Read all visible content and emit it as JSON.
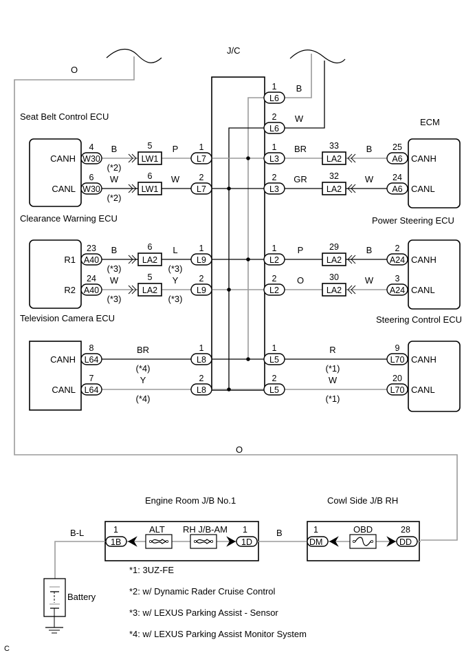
{
  "diagram": {
    "junction_connector": "J/C",
    "top_wire_color": "O",
    "bottom_wire_color": "O",
    "corner_mark": "C",
    "ecus": {
      "seat_belt": "Seat Belt Control ECU",
      "clearance": "Clearance Warning ECU",
      "tv_camera": "Television Camera ECU",
      "ecm": "ECM",
      "power_steering": "Power Steering ECU",
      "steering_control": "Steering Control ECU"
    },
    "left_rows": [
      {
        "signal": "CANH",
        "ecu_pin": "4",
        "ecu_conn": "W30",
        "wire1": "B",
        "note1": "(*2)",
        "mid_pin": "5",
        "mid_conn": "LW1",
        "wire2": "P",
        "note2": "",
        "jc_pin": "1",
        "jc_conn": "L7"
      },
      {
        "signal": "CANL",
        "ecu_pin": "6",
        "ecu_conn": "W30",
        "wire1": "W",
        "note1": "(*2)",
        "mid_pin": "6",
        "mid_conn": "LW1",
        "wire2": "W",
        "note2": "",
        "jc_pin": "2",
        "jc_conn": "L7"
      },
      {
        "signal": "R1",
        "ecu_pin": "23",
        "ecu_conn": "A40",
        "wire1": "B",
        "note1": "(*3)",
        "mid_pin": "6",
        "mid_conn": "LA2",
        "wire2": "L",
        "note2": "(*3)",
        "jc_pin": "1",
        "jc_conn": "L9"
      },
      {
        "signal": "R2",
        "ecu_pin": "24",
        "ecu_conn": "A40",
        "wire1": "W",
        "note1": "(*3)",
        "mid_pin": "5",
        "mid_conn": "LA2",
        "wire2": "Y",
        "note2": "(*3)",
        "jc_pin": "2",
        "jc_conn": "L9"
      },
      {
        "signal": "CANH",
        "ecu_pin": "8",
        "ecu_conn": "L64",
        "wire1": "BR",
        "note1": "(*4)",
        "jc_pin": "1",
        "jc_conn": "L8"
      },
      {
        "signal": "CANL",
        "ecu_pin": "7",
        "ecu_conn": "L64",
        "wire1": "Y",
        "note1": "(*4)",
        "jc_pin": "2",
        "jc_conn": "L8"
      }
    ],
    "right_top": [
      {
        "jc_pin": "1",
        "jc_conn": "L6",
        "wire": "B"
      },
      {
        "jc_pin": "2",
        "jc_conn": "L6",
        "wire": "W"
      }
    ],
    "right_rows": [
      {
        "jc_pin": "1",
        "jc_conn": "L3",
        "wire1": "BR",
        "mid_pin": "33",
        "mid_conn": "LA2",
        "wire2": "B",
        "ecu_pin": "25",
        "ecu_conn": "A6",
        "signal": "CANH"
      },
      {
        "jc_pin": "2",
        "jc_conn": "L3",
        "wire1": "GR",
        "mid_pin": "32",
        "mid_conn": "LA2",
        "wire2": "W",
        "ecu_pin": "24",
        "ecu_conn": "A6",
        "signal": "CANL"
      },
      {
        "jc_pin": "1",
        "jc_conn": "L2",
        "wire1": "P",
        "mid_pin": "29",
        "mid_conn": "LA2",
        "wire2": "B",
        "ecu_pin": "2",
        "ecu_conn": "A24",
        "signal": "CANH"
      },
      {
        "jc_pin": "2",
        "jc_conn": "L2",
        "wire1": "O",
        "mid_pin": "30",
        "mid_conn": "LA2",
        "wire2": "W",
        "ecu_pin": "3",
        "ecu_conn": "A24",
        "signal": "CANL"
      },
      {
        "jc_pin": "1",
        "jc_conn": "L5",
        "wire1": "R",
        "note1": "(*1)",
        "ecu_pin": "9",
        "ecu_conn": "L70",
        "signal": "CANH"
      },
      {
        "jc_pin": "2",
        "jc_conn": "L5",
        "wire1": "W",
        "note1": "(*1)",
        "ecu_pin": "20",
        "ecu_conn": "L70",
        "signal": "CANL"
      }
    ],
    "power": {
      "engine_jb_title": "Engine Room J/B No.1",
      "cowl_jb_title": "Cowl Side J/B RH",
      "battery_wire": "B-L",
      "link_wire": "B",
      "pin_1b": "1",
      "conn_1b": "1B",
      "fuse_alt": "ALT",
      "fuse_rhjb": "RH J/B-AM",
      "pin_1d": "1",
      "conn_1d": "1D",
      "pin_dm": "1",
      "conn_dm": "DM",
      "fuse_obd": "OBD",
      "pin_dd": "28",
      "conn_dd": "DD",
      "battery_label": "Battery"
    },
    "notes": [
      "*1: 3UZ-FE",
      "*2: w/ Dynamic Rader Cruise Control",
      "*3: w/ LEXUS Parking Assist - Sensor",
      "*4: w/ LEXUS Parking Assist Monitor System"
    ]
  }
}
